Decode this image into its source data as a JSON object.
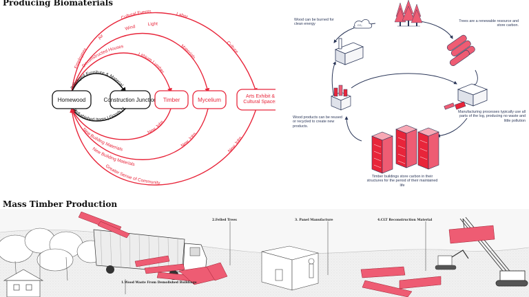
{
  "headings": {
    "producing": "Producing Biomaterials",
    "mass_timber": "Mass Timber Production"
  },
  "flow": {
    "nodes": [
      "Homewood",
      "Construction Junction",
      "Timber",
      "Mycelium",
      "Arts Exhibit & Cultural Spaces"
    ],
    "top_labels": [
      "Employees",
      "Cultural Events",
      "Labor",
      "Culture",
      "Air",
      "Wind",
      "Light",
      "Materials",
      "Deconstructed Houses",
      "Lithium Lumber",
      "Salvaged Furniture & Material"
    ],
    "bottom_labels": [
      "Refurbished Items | Goods | Lumber",
      "New Jobs",
      "New Building Materials",
      "New Jobs",
      "New Building Materials",
      "New Jobs",
      "Greater Sense of Community"
    ]
  },
  "cycle": {
    "texts": [
      "Wood can be burned for clean energy",
      "Trees are a renewable resource and store carbon.",
      "Manufacturing processes typically use all parts of the log, producing no waste and little pollution",
      "Timber buildings store carbon in their structures for the period of their maintained life",
      "Wood products can be reused or recycled to create new products."
    ]
  },
  "timber": {
    "steps": [
      "1.Wood Waste From Demolished Buildings",
      "2.Felled Trees",
      "3. Panel Manufacture",
      "4.CLT Reconstruction Material"
    ]
  },
  "colors": {
    "accent": "#e8253a",
    "pink": "#ee5c73",
    "navy": "#2a3658"
  }
}
